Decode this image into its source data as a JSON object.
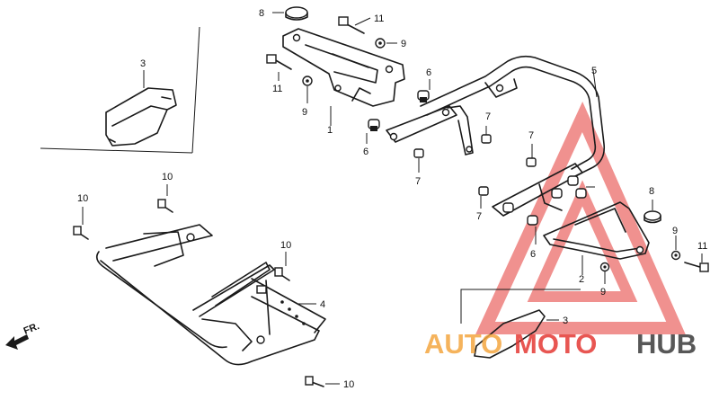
{
  "diagram": {
    "direction_label": "FR.",
    "watermark": {
      "part1": "AUTO",
      "part2": "MOTO",
      "part3": "HUB",
      "color_orange": "#f4a640",
      "color_red": "#e53935",
      "color_dark": "#3a3a3a"
    },
    "callouts": [
      "8",
      "11",
      "9",
      "3",
      "1",
      "11",
      "9",
      "6",
      "5",
      "6",
      "7",
      "7",
      "7",
      "7",
      "10",
      "10",
      "6",
      "8",
      "9",
      "11",
      "10",
      "4",
      "2",
      "9",
      "3",
      "10"
    ]
  }
}
